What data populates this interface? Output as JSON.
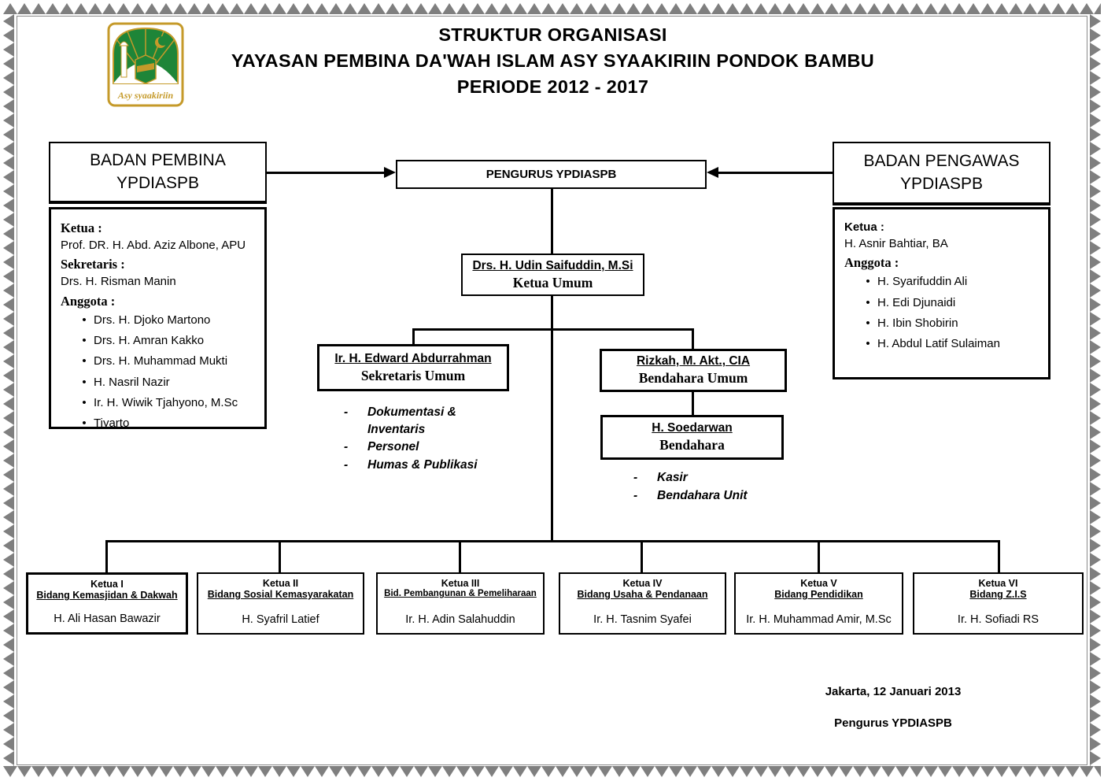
{
  "header": {
    "title_line1": "STRUKTUR ORGANISASI",
    "title_line2": "YAYASAN PEMBINA DA'WAH ISLAM ASY SYAAKIRIIN PONDOK BAMBU",
    "title_line3": "PERIODE 2012 - 2017",
    "logo_text": "Asy syaakiriin"
  },
  "pembina": {
    "title_line1": "BADAN PEMBINA",
    "title_line2": "YPDIASPB",
    "ketua_label": "Ketua :",
    "ketua": "Prof. DR. H. Abd. Aziz Albone, APU",
    "sekretaris_label": "Sekretaris :",
    "sekretaris": "Drs. H. Risman Manin",
    "anggota_label": "Anggota :",
    "anggota": [
      "Drs. H. Djoko Martono",
      "Drs. H. Amran Kakko",
      "Drs. H. Muhammad Mukti",
      "H. Nasril Nazir",
      "Ir. H. Wiwik Tjahyono, M.Sc",
      "Tiyarto"
    ]
  },
  "pengawas": {
    "title_line1": "BADAN PENGAWAS",
    "title_line2": "YPDIASPB",
    "ketua_label": "Ketua :",
    "ketua": "H. Asnir Bahtiar, BA",
    "anggota_label": "Anggota :",
    "anggota": [
      "H. Syarifuddin Ali",
      "H. Edi Djunaidi",
      "H. Ibin Shobirin",
      "H. Abdul Latif Sulaiman"
    ]
  },
  "pengurus": {
    "label": "PENGURUS YPDIASPB"
  },
  "ketua_umum": {
    "name": "Drs. H. Udin Saifuddin, M.Si",
    "role": "Ketua Umum"
  },
  "sekretaris_umum": {
    "name": "Ir. H. Edward Abdurrahman",
    "role": "Sekretaris Umum",
    "duties": [
      "Dokumentasi & Inventaris",
      "Personel",
      "Humas & Publikasi"
    ]
  },
  "bendahara_umum": {
    "name": "Rizkah, M. Akt., CIA",
    "role": "Bendahara Umum"
  },
  "bendahara": {
    "name": "H. Soedarwan",
    "role": "Bendahara",
    "duties": [
      "Kasir",
      "Bendahara Unit"
    ]
  },
  "divisions": [
    {
      "ketua": "Ketua I",
      "bidang": "Bidang  Kemasjidan & Dakwah",
      "name": "H. Ali Hasan Bawazir"
    },
    {
      "ketua": "Ketua II",
      "bidang": "Bidang Sosial Kemasyarakatan",
      "name": "H. Syafril Latief"
    },
    {
      "ketua": "Ketua III",
      "bidang": "Bid. Pembangunan & Pemeliharaan",
      "name": "Ir. H. Adin Salahuddin"
    },
    {
      "ketua": "Ketua IV",
      "bidang": "Bidang Usaha & Pendanaan",
      "name": "Ir. H. Tasnim Syafei"
    },
    {
      "ketua": "Ketua V",
      "bidang": "Bidang Pendidikan",
      "name": "Ir. H. Muhammad Amir, M.Sc"
    },
    {
      "ketua": "Ketua VI",
      "bidang": "Bidang Z.I.S",
      "name": "Ir. H. Sofiadi RS"
    }
  ],
  "footer": {
    "place_date": "Jakarta, 12 Januari 2013",
    "signoff": "Pengurus YPDIASPB"
  },
  "colors": {
    "line": "#000000",
    "border_gray": "#7f7f7f",
    "logo_green": "#1e8538",
    "logo_gold": "#c59a2a"
  }
}
